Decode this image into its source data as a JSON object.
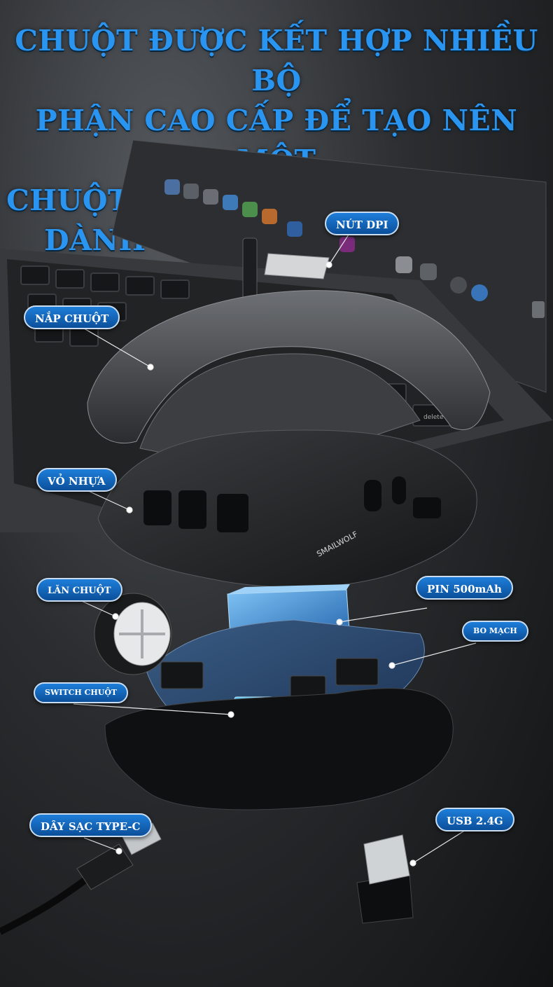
{
  "headline": [
    "CHUỘT ĐƯỢC KẾT HỢP NHIỀU BỘ",
    "PHẬN CAO CẤP ĐỂ TẠO NÊN MỘT",
    "CHUỘT CHƠI GAME TOÀN DIỆN",
    "DÀNH CHO CÁC GAME THỦ"
  ],
  "labels": {
    "dpi": "NÚT DPI",
    "cover": "NẮP CHUỘT",
    "shell": "VỎ NHỰA",
    "wheel": "LĂN CHUỘT",
    "battery": "PIN 500mAh",
    "board": "BO MẠCH",
    "switch": "SWITCH CHUỘT",
    "cable": "DÂY SẠC TYPE-C",
    "usb": "USB 2.4G"
  },
  "brand": "SMAILWOLF",
  "keyboard_key": "delete",
  "colors": {
    "accent": "#2a95f0",
    "tag_bg": "#1565c0",
    "battery": "#3d8fd6"
  }
}
